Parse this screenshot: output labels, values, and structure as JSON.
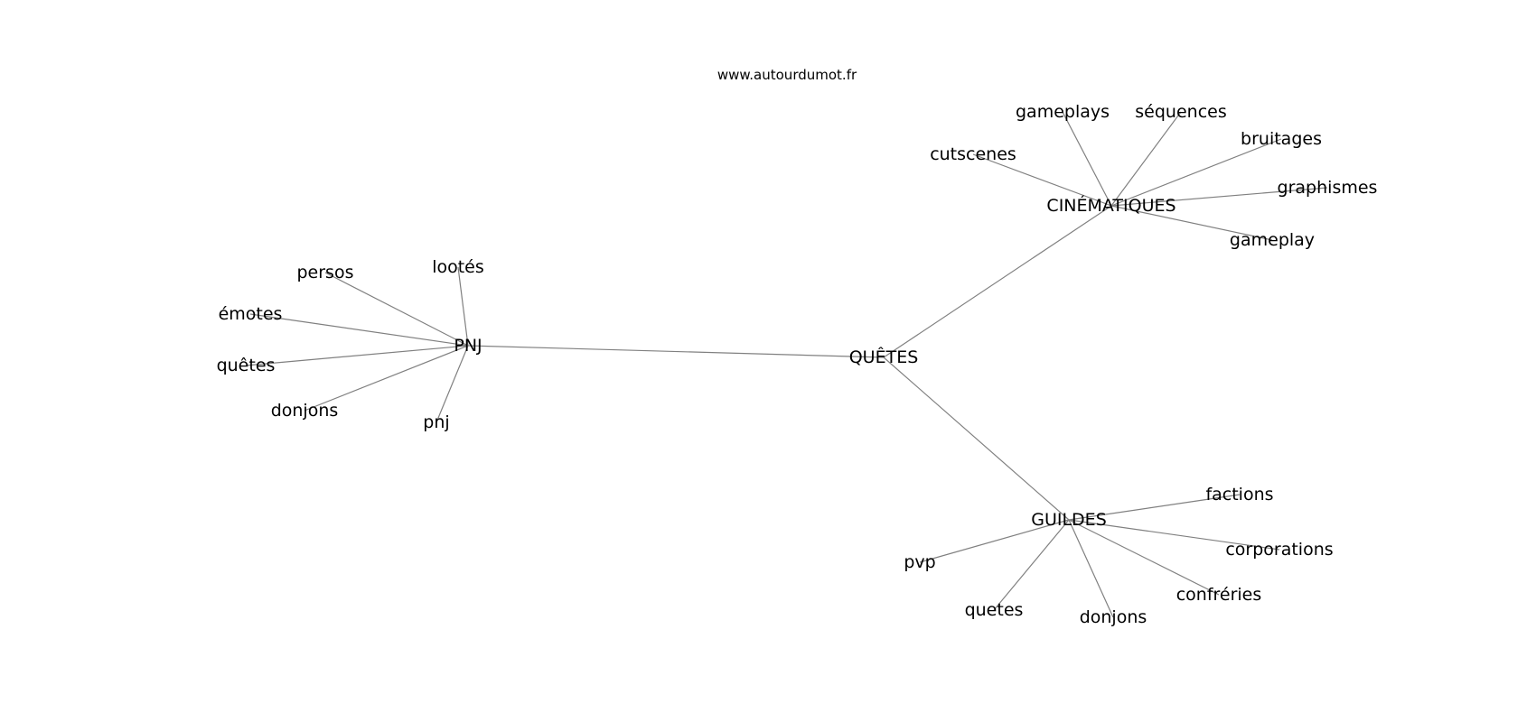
{
  "source": "www.autourdumot.fr",
  "graph": {
    "root": "QUÊTES",
    "branches": [
      {
        "label": "CINÉMATIQUES",
        "children": [
          "cutscenes",
          "gameplays",
          "séquences",
          "bruitages",
          "graphismes",
          "gameplay"
        ]
      },
      {
        "label": "PNJ",
        "children": [
          "persos",
          "lootés",
          "émotes",
          "quêtes",
          "donjons",
          "pnj"
        ]
      },
      {
        "label": "GUILDES",
        "children": [
          "factions",
          "corporations",
          "confréries",
          "donjons",
          "quetes",
          "pvp"
        ]
      }
    ]
  }
}
